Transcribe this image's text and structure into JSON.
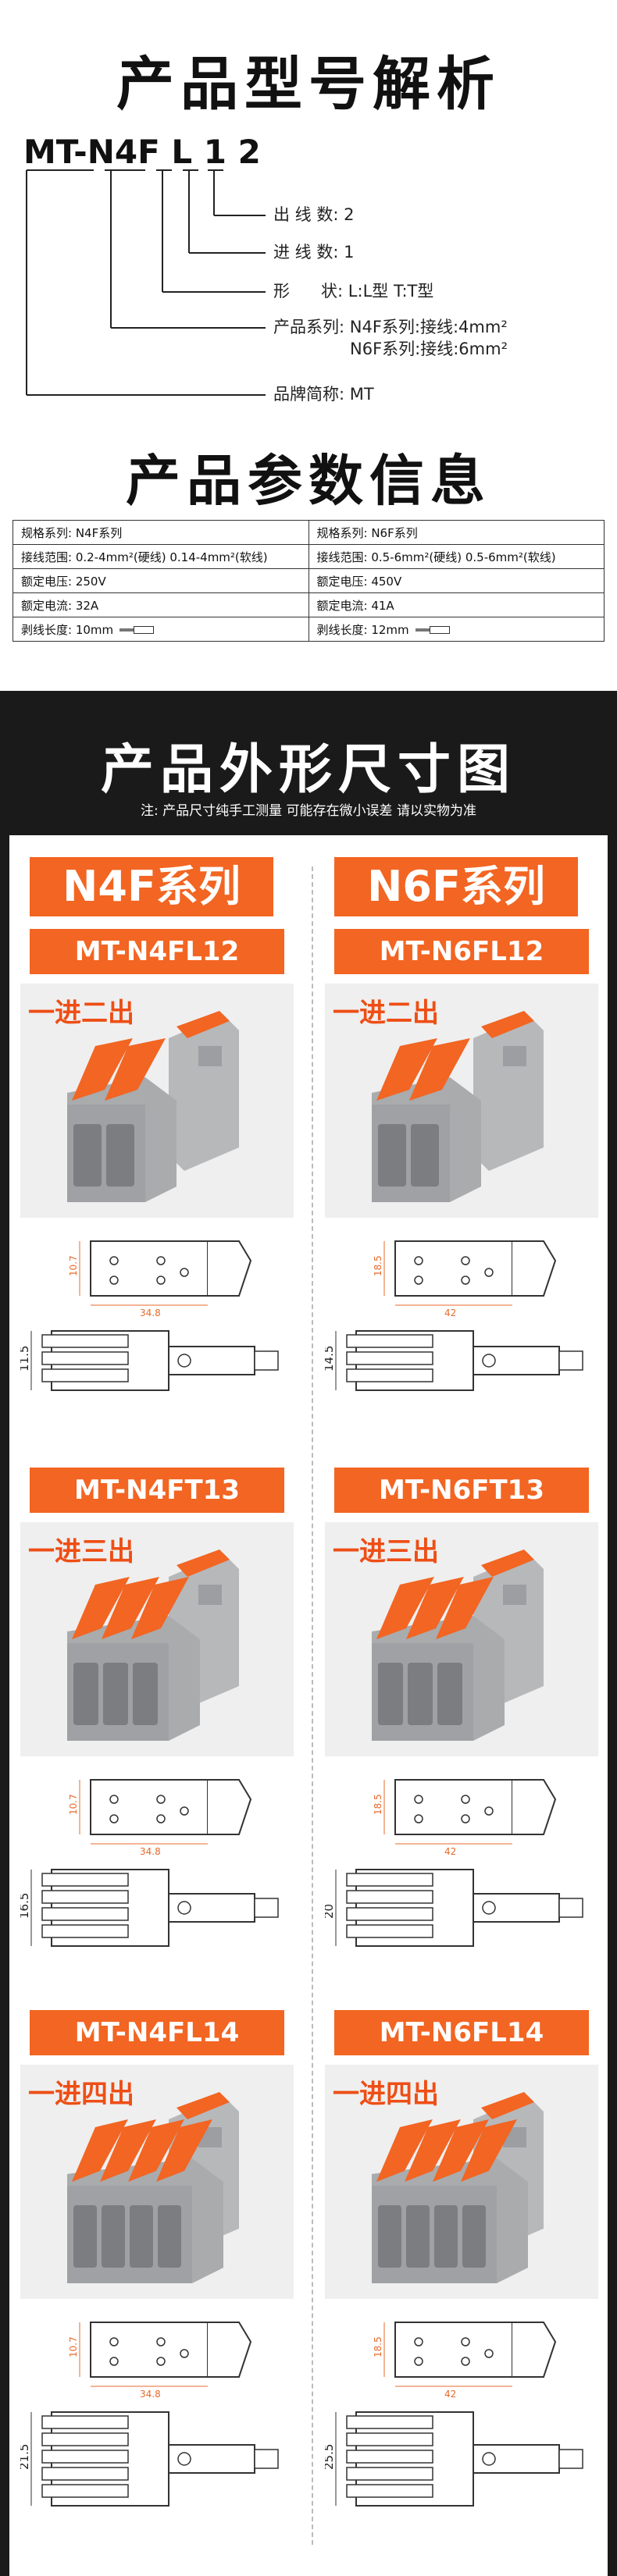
{
  "section1": {
    "title": "产品型号解析",
    "model_code": "MT-N4F L 1 2",
    "annotations": {
      "outlets": "出 线 数: 2",
      "inlets": "进 线 数: 1",
      "shape": "形      状: L:L型 T:T型",
      "series_line1": "产品系列: N4F系列:接线:4mm²",
      "series_line2": "N6F系列:接线:6mm²",
      "brand": "品牌简称: MT"
    }
  },
  "section2": {
    "title": "产品参数信息",
    "rows": [
      [
        "规格系列: N4F系列",
        "规格系列: N6F系列"
      ],
      [
        "接线范围: 0.2-4mm²(硬线) 0.14-4mm²(软线)",
        "接线范围: 0.5-6mm²(硬线) 0.5-6mm²(软线)"
      ],
      [
        "额定电压: 250V",
        "额定电压: 450V"
      ],
      [
        "额定电流: 32A",
        "额定电流: 41A"
      ],
      [
        "剥线长度: 10mm",
        "剥线长度: 12mm"
      ]
    ]
  },
  "section3": {
    "title": "产品外形尺寸图",
    "note": "注: 产品尺寸纯手工测量  可能存在微小误差 请以实物为准",
    "series_left": "N4F系列",
    "series_right": "N6F系列",
    "groups": [
      {
        "left_model": "MT-N4FL12",
        "right_model": "MT-N6FL12",
        "label": "一进二出",
        "slots": 2,
        "left_dims": {
          "h": "10.7",
          "w": "34.8",
          "side": "11.5"
        },
        "right_dims": {
          "h": "18.5",
          "w": "42",
          "side": "14.5"
        }
      },
      {
        "left_model": "MT-N4FT13",
        "right_model": "MT-N6FT13",
        "label": "一进三出",
        "slots": 3,
        "left_dims": {
          "h": "10.7",
          "w": "34.8",
          "side": "16.5"
        },
        "right_dims": {
          "h": "18.5",
          "w": "42",
          "side": "20"
        }
      },
      {
        "left_model": "MT-N4FL14",
        "right_model": "MT-N6FL14",
        "label": "一进四出",
        "slots": 4,
        "left_dims": {
          "h": "10.7",
          "w": "34.8",
          "side": "21.5"
        },
        "right_dims": {
          "h": "18.5",
          "w": "42",
          "side": "25.5"
        }
      }
    ]
  },
  "colors": {
    "accent": "#f26522",
    "dark": "#1a1a1a",
    "label_red": "#ee4e15",
    "housing_gray": "#a9abad"
  }
}
